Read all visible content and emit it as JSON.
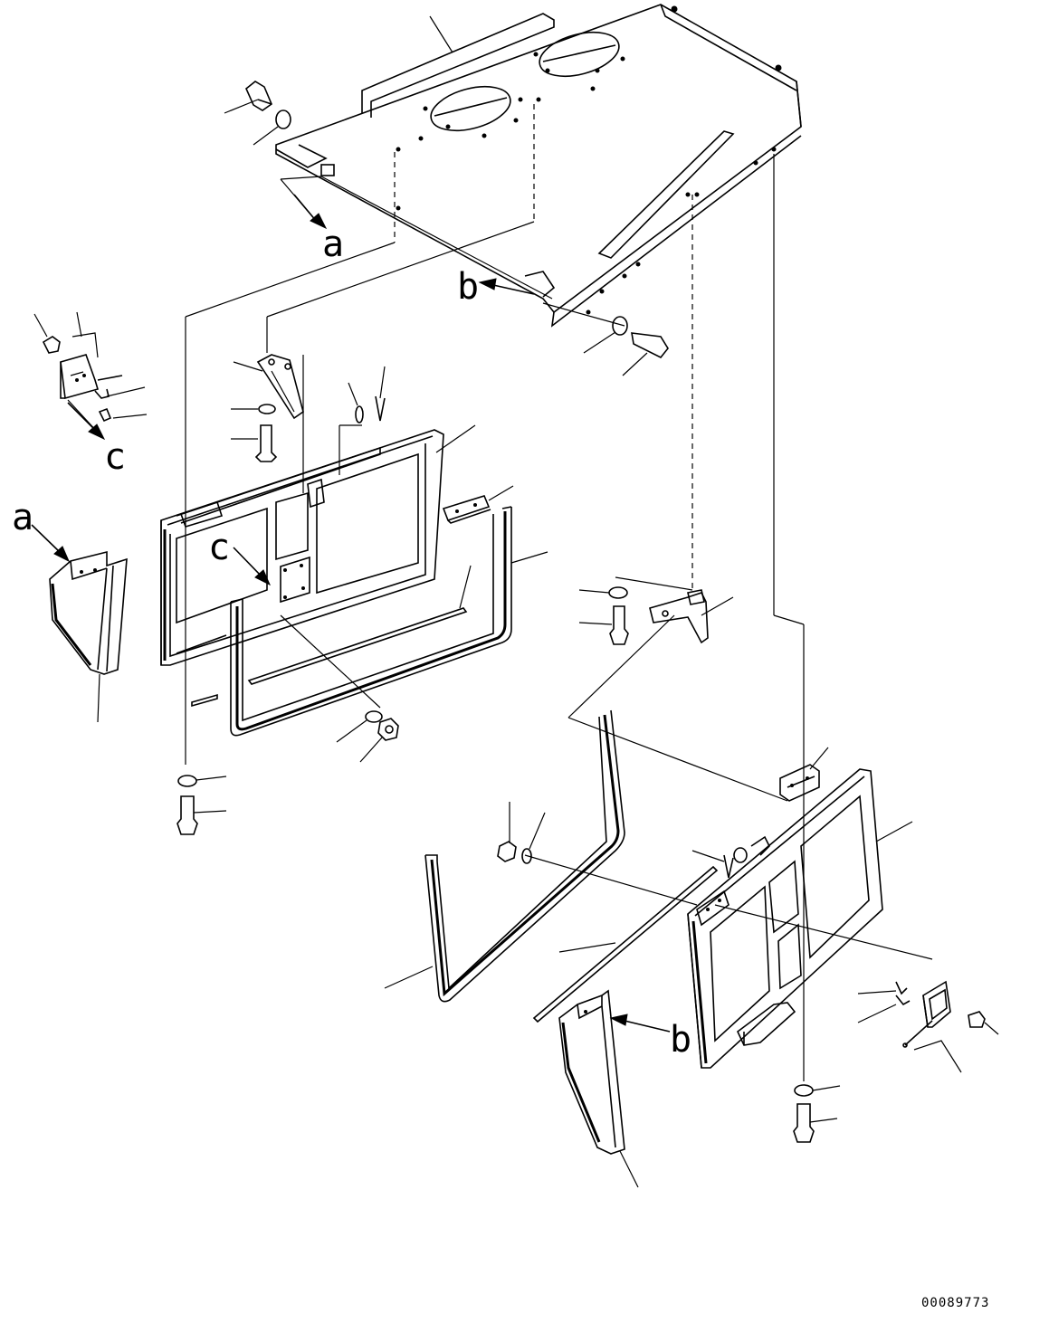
{
  "labels": {
    "a": "a",
    "b": "b",
    "c": "c"
  },
  "document_number": "00089773"
}
